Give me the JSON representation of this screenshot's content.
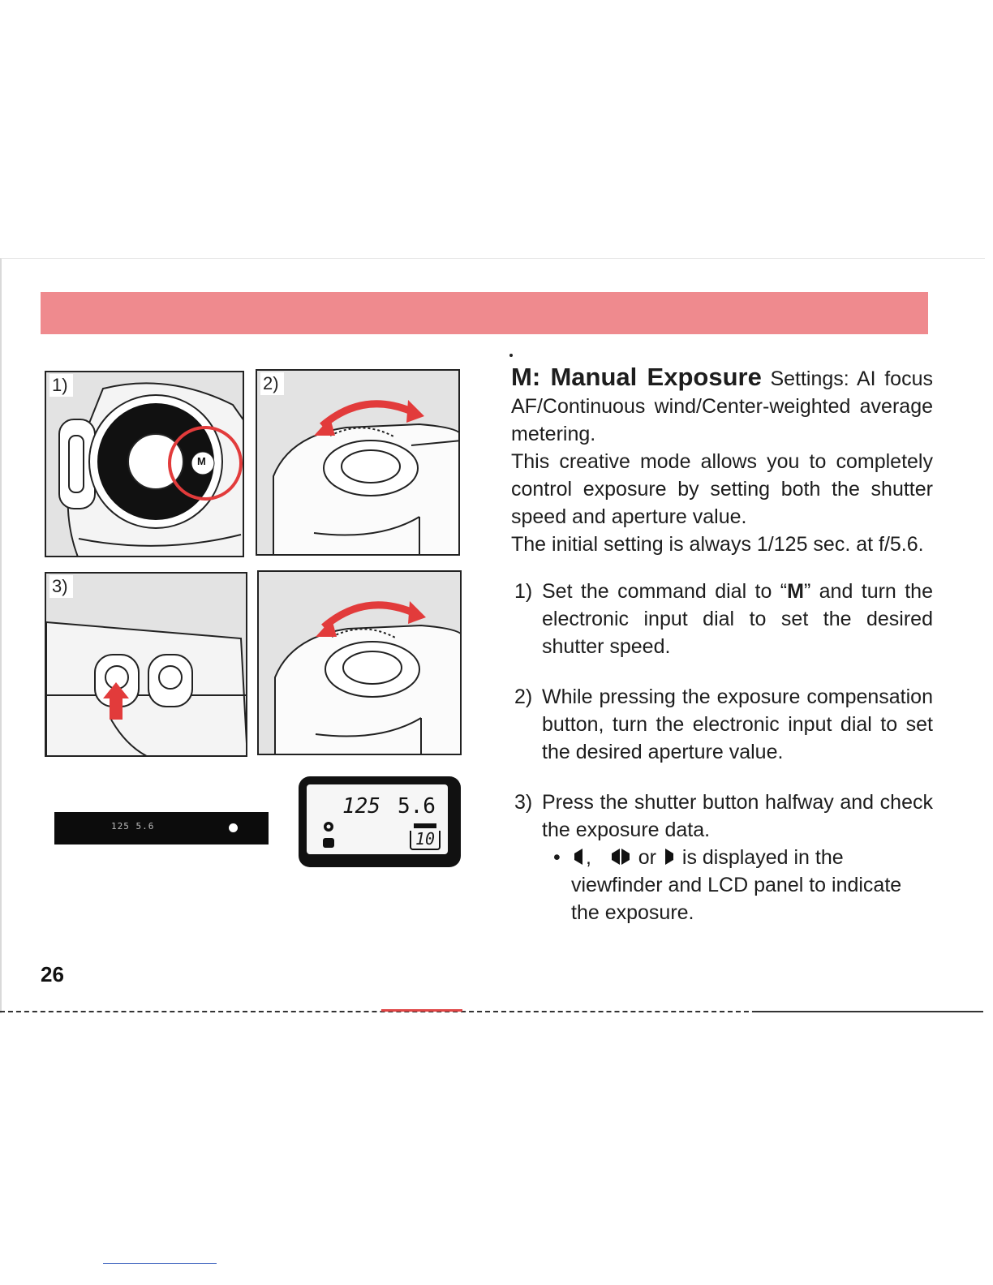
{
  "page": {
    "number": "26"
  },
  "figures": {
    "panel1_label": "1)",
    "panel2_label": "2)",
    "panel3_label": "3)",
    "dial_mode_marker": "M",
    "viewfinder_readout": "125  5.6",
    "lcd": {
      "shutter": "125",
      "aperture": "5.6",
      "frame": "10"
    }
  },
  "content": {
    "title": "M: Manual Exposure",
    "settings": "Settings: AI focus AF/Continuous wind/Center-weighted average metering.",
    "intro": "This creative mode allows you to completely control exposure by setting both the shutter speed and aperture value.",
    "initial": "The initial setting is always 1/125 sec. at f/5.6.",
    "steps": [
      {
        "num": "1)",
        "pre": "Set the command dial to “",
        "bold": "M",
        "post": "” and turn the electronic input dial to set the desired shutter speed."
      },
      {
        "num": "2)",
        "text": "While pressing the exposure compensation button, turn the electronic input dial to set the desired aperture value."
      },
      {
        "num": "3)",
        "text": "Press the shutter button halfway and check the exposure data."
      }
    ],
    "bullet": {
      "mark": "•",
      "sep1": ",",
      "sep2": "or",
      "text": "is displayed in the viewfinder and LCD panel to indicate the exposure."
    }
  },
  "colors": {
    "banner": "#ef8a8e",
    "accent_red": "#e23b3b"
  }
}
